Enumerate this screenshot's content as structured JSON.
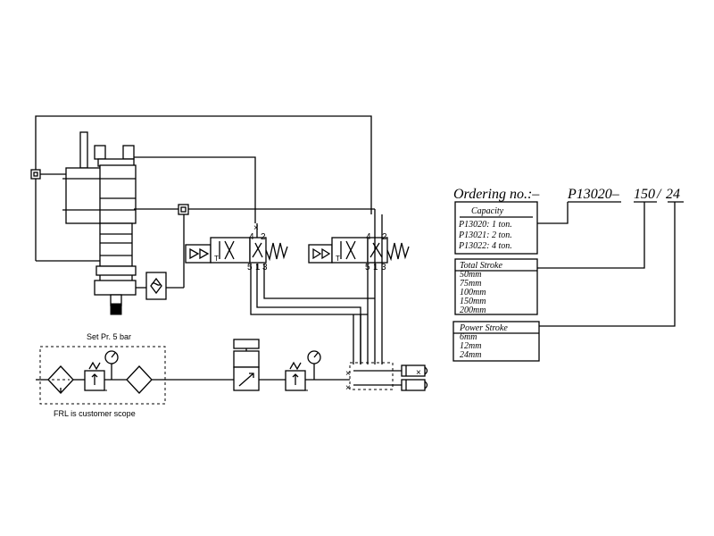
{
  "frl": {
    "set_pressure": "Set Pr. 5 bar",
    "scope_note": "FRL is customer scope"
  },
  "valves": {
    "left": {
      "ports": [
        "4",
        "2",
        "5",
        "1",
        "3"
      ],
      "exhaust": "T"
    },
    "right": {
      "ports": [
        "4",
        "2",
        "5",
        "1",
        "3"
      ],
      "exhaust": "T"
    }
  },
  "ordering": {
    "prefix": "Ordering no.:–",
    "model": "P13020–",
    "stroke_code": "150",
    "slash": "/",
    "power_code": "24",
    "capacity": {
      "title": "Capacity",
      "items": [
        "P13020: 1 ton.",
        "P13021: 2 ton.",
        "P13022: 4 ton."
      ]
    },
    "total_stroke": {
      "title": "Total Stroke",
      "items": [
        "50mm",
        "75mm",
        "100mm",
        "150mm",
        "200mm"
      ]
    },
    "power_stroke": {
      "title": "Power Stroke",
      "items": [
        "6mm",
        "12mm",
        "24mm"
      ]
    }
  }
}
